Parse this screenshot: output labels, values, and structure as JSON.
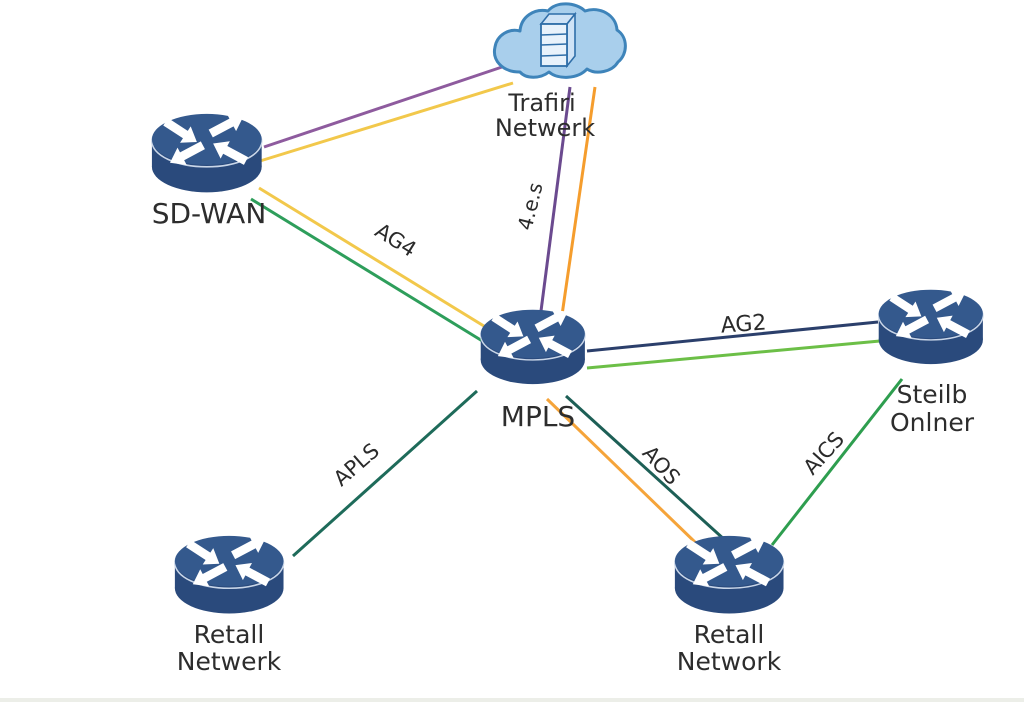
{
  "diagram": {
    "background": "#ffffff",
    "nodes": {
      "cloud": {
        "line1": "Trafiri",
        "line2": "Netwerk"
      },
      "sdwan": {
        "label": "SD-WAN"
      },
      "mpls": {
        "label": "MPLS"
      },
      "steilb": {
        "line1": "Steilb",
        "line2": "Onlner"
      },
      "retail_left": {
        "line1": "Retall",
        "line2": "Netwerk"
      },
      "retail_right": {
        "line1": "Retall",
        "line2": "Network"
      }
    },
    "colors": {
      "router_top": "#34598d",
      "router_side": "#2a4a7c",
      "router_rim": "#c9d6e8",
      "arrow": "#ffffff",
      "cloud_fill": "#a9cfec",
      "cloud_outline": "#3e84ba",
      "server_front": "#e8f2fb",
      "server_side": "#cfe3f6",
      "server_line": "#2f6ea8",
      "label_text": "#2d2d2d"
    },
    "edges": [
      {
        "id": "sdwan-cloud-a",
        "color": "#8e5b9e",
        "label": ""
      },
      {
        "id": "sdwan-cloud-b",
        "color": "#f2c84b",
        "label": ""
      },
      {
        "id": "sdwan-mpls-a",
        "color": "#f2c84b",
        "label": "AG4"
      },
      {
        "id": "sdwan-mpls-b",
        "color": "#2e9e5b",
        "label": ""
      },
      {
        "id": "cloud-mpls-a",
        "color": "#6b4a8f",
        "label": "4.e.s"
      },
      {
        "id": "cloud-mpls-b",
        "color": "#f59d2d",
        "label": ""
      },
      {
        "id": "mpls-steilb-a",
        "color": "#2b3f6b",
        "label": "AG2"
      },
      {
        "id": "mpls-steilb-b",
        "color": "#6cbf47",
        "label": ""
      },
      {
        "id": "mpls-retail-left",
        "color": "#1e6b5a",
        "label": "APLS"
      },
      {
        "id": "mpls-retail-right-a",
        "color": "#f5a43a",
        "label": "AOS"
      },
      {
        "id": "mpls-retail-right-b",
        "color": "#1d5f56",
        "label": ""
      },
      {
        "id": "steilb-retail-right",
        "color": "#2e9e4f",
        "label": "AICS"
      }
    ]
  }
}
